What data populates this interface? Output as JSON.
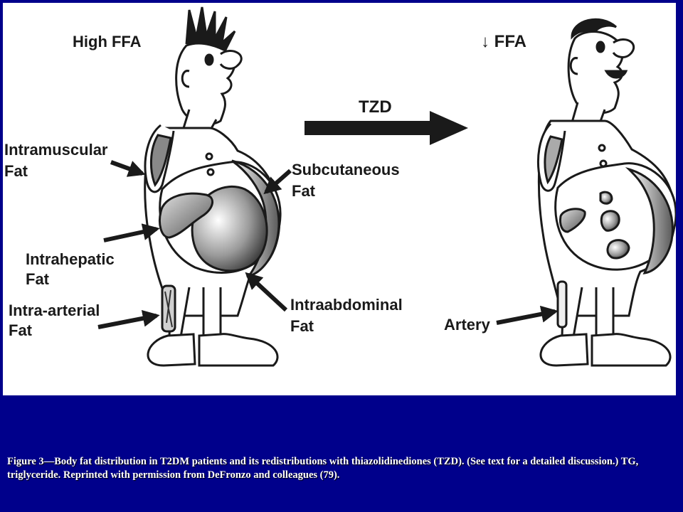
{
  "colors": {
    "background": "#00008b",
    "panel": "#ffffff",
    "ink": "#1a1a1a"
  },
  "left_figure": {
    "heading": "High FFA",
    "labels": {
      "intramuscular_1": "Intramuscular",
      "intramuscular_2": "Fat",
      "intrahepatic_1": "Intrahepatic",
      "intrahepatic_2": "Fat",
      "intraarterial_1": "Intra-arterial",
      "intraarterial_2": "Fat",
      "subcutaneous_1": "Subcutaneous",
      "subcutaneous_2": "Fat",
      "intraabdominal_1": "Intraabdominal",
      "intraabdominal_2": "Fat"
    }
  },
  "treatment": {
    "label": "TZD"
  },
  "right_figure": {
    "heading": "↓ FFA",
    "labels": {
      "artery": "Artery"
    }
  },
  "caption": {
    "lead": "Figure 3",
    "body": "—Body fat distribution  in T2DM patients and its redistributions with thiazolidinediones (TZD). (See text for a detailed discussion.) TG, triglyceride. Reprinted with permission from  DeFronzo and colleagues (79)."
  }
}
